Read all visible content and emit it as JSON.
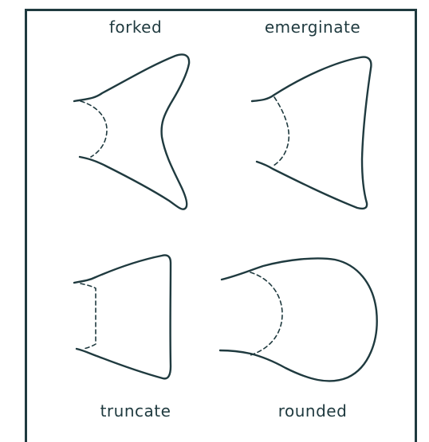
{
  "diagram": {
    "panels": [
      {
        "name": "forked"
      },
      {
        "name": "emerginate"
      },
      {
        "name": "truncate"
      },
      {
        "name": "rounded"
      }
    ]
  }
}
